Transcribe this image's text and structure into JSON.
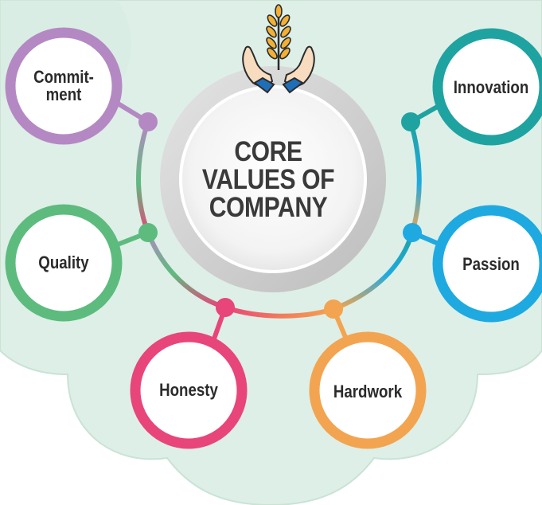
{
  "center": {
    "lines": [
      "CORE",
      "VALUES OF",
      "COMPANY"
    ],
    "icon": "wheat-in-hands-icon"
  },
  "values": [
    {
      "key": "commitment",
      "lines": [
        "Commit-",
        "ment"
      ],
      "color": "#b489c3"
    },
    {
      "key": "quality",
      "lines": [
        "Quality"
      ],
      "color": "#5dbb7e"
    },
    {
      "key": "honesty",
      "lines": [
        "Honesty"
      ],
      "color": "#e8457a"
    },
    {
      "key": "hardwork",
      "lines": [
        "Hardwork"
      ],
      "color": "#f3a450"
    },
    {
      "key": "passion",
      "lines": [
        "Passion"
      ],
      "color": "#1eaae0"
    },
    {
      "key": "innovation",
      "lines": [
        "Innovation"
      ],
      "color": "#1fa3a1"
    }
  ],
  "colors": {
    "background_blob": "#deefe7",
    "blob_outline": "#c9e3d5",
    "center_ring": "#d6d6d6",
    "center_fill": "#f1f1f1"
  }
}
